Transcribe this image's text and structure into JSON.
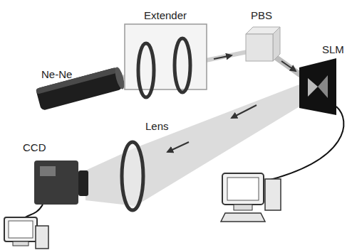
{
  "diagram": {
    "labels": [
      "Ne-Ne",
      "Extender",
      "PBS",
      "SLM",
      "Lens",
      "CCD"
    ]
  }
}
